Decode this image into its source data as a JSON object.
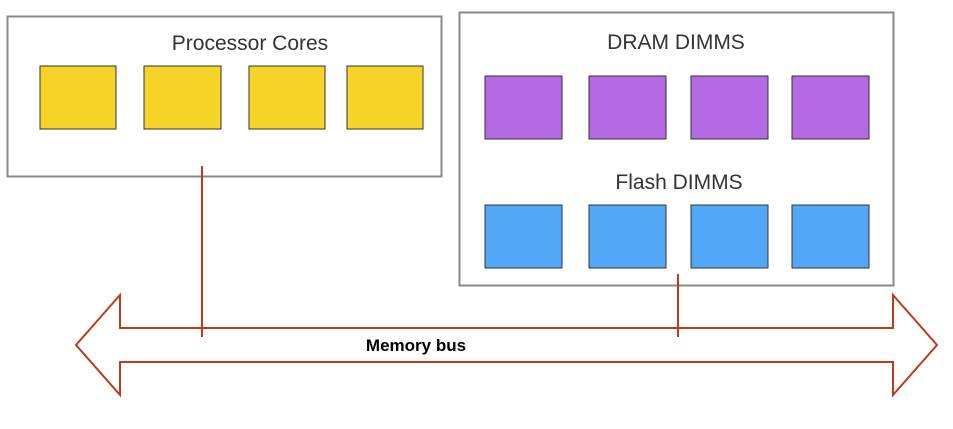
{
  "processor_box": {
    "title": "Processor Cores",
    "chip_color": "#f5d327",
    "chip_count": 4
  },
  "memory_box": {
    "dram": {
      "title": "DRAM DIMMS",
      "chip_color": "#b36ae3",
      "chip_count": 4
    },
    "flash": {
      "title": "Flash DIMMS",
      "chip_color": "#52a8f7",
      "chip_count": 4
    }
  },
  "bus": {
    "label": "Memory bus",
    "color": "#c0391b"
  },
  "colors": {
    "box_border": "#8a8a8a",
    "chip_border": "#333333"
  }
}
